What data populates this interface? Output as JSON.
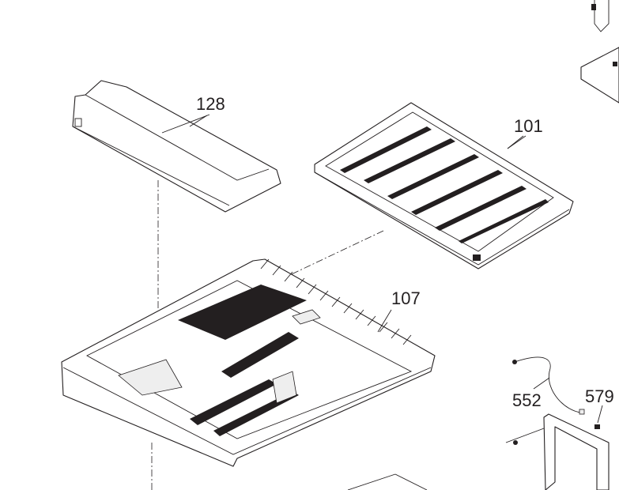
{
  "parts": [
    {
      "id": "128",
      "label": "128"
    },
    {
      "id": "101",
      "label": "101"
    },
    {
      "id": "107",
      "label": "107"
    },
    {
      "id": "552",
      "label": "552"
    },
    {
      "id": "579",
      "label": "579"
    }
  ]
}
